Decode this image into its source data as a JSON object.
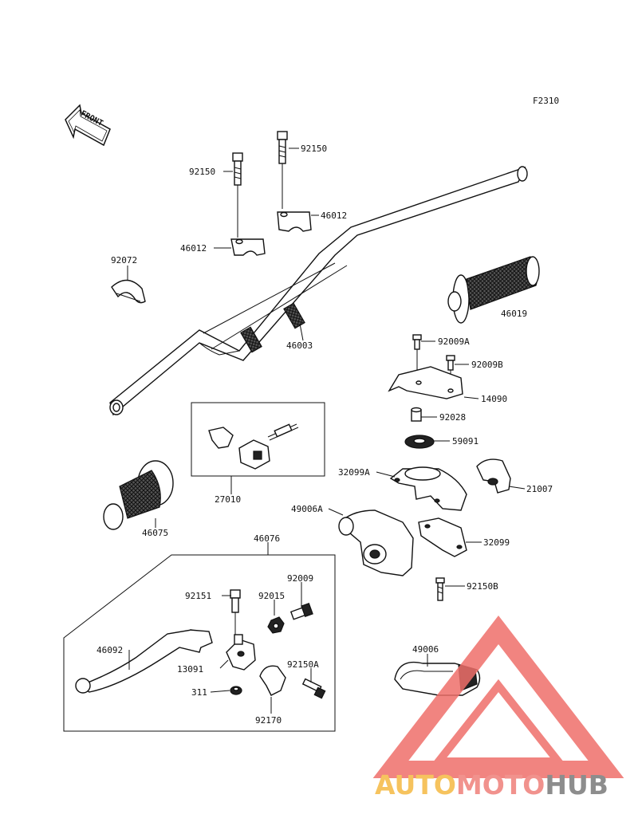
{
  "figure_code": "F2310",
  "front_arrow": "FRONT",
  "labels": {
    "p92150_left": "92150",
    "p92150_right": "92150",
    "p46012_left": "46012",
    "p46012_right": "46012",
    "p92072": "92072",
    "p46003": "46003",
    "p46019": "46019",
    "p92009A": "92009A",
    "p92009B": "92009B",
    "p14090": "14090",
    "p92028": "92028",
    "p59091": "59091",
    "p32099A": "32099A",
    "p21007": "21007",
    "p49006A": "49006A",
    "p32099": "32099",
    "p92150B": "92150B",
    "p49006": "49006",
    "p27010": "27010",
    "p46075": "46075",
    "p46076": "46076",
    "p92151": "92151",
    "p92015": "92015",
    "p92009": "92009",
    "p46092": "46092",
    "p13091": "13091",
    "p92150A": "92150A",
    "p311": "311",
    "p92170": "92170"
  },
  "watermark": {
    "part1": "AUTO",
    "part2": "MOTO",
    "part3": "HUB",
    "colors": {
      "auto": "#f5b942",
      "moto": "#ef7f7a",
      "hub": "#7a7a7a",
      "triangle": "#ef6f6a"
    }
  }
}
